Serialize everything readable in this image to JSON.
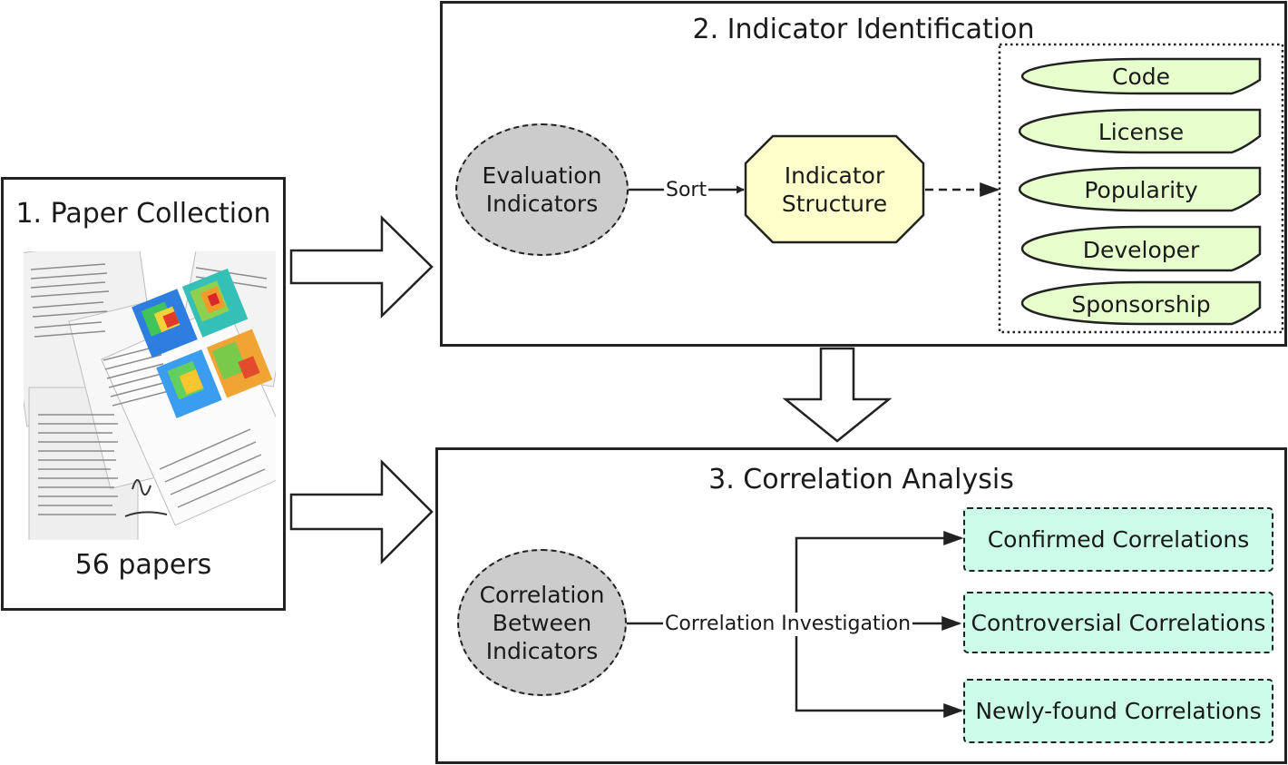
{
  "colors": {
    "outline": "#222222",
    "ellipse_fill": "#cccccc",
    "octagon_fill": "#ffffcc",
    "category_fill": "#e6ffcc",
    "correlation_fill": "#ccfce9"
  },
  "panel1": {
    "title": "1. Paper Collection",
    "caption": "56 papers"
  },
  "panel2": {
    "title": "2. Indicator Identification",
    "evaluation_node": [
      "Evaluation",
      "Indicators"
    ],
    "sort_label": "Sort",
    "structure_node": [
      "Indicator",
      "Structure"
    ],
    "categories": [
      "Code",
      "License",
      "Popularity",
      "Developer",
      "Sponsorship"
    ]
  },
  "panel3": {
    "title": "3. Correlation Analysis",
    "correlation_node": [
      "Correlation",
      "Between",
      "Indicators"
    ],
    "investigation_label": "Correlation Investigation",
    "results": [
      "Confirmed Correlations",
      "Controversial Correlations",
      "Newly-found Correlations"
    ]
  }
}
